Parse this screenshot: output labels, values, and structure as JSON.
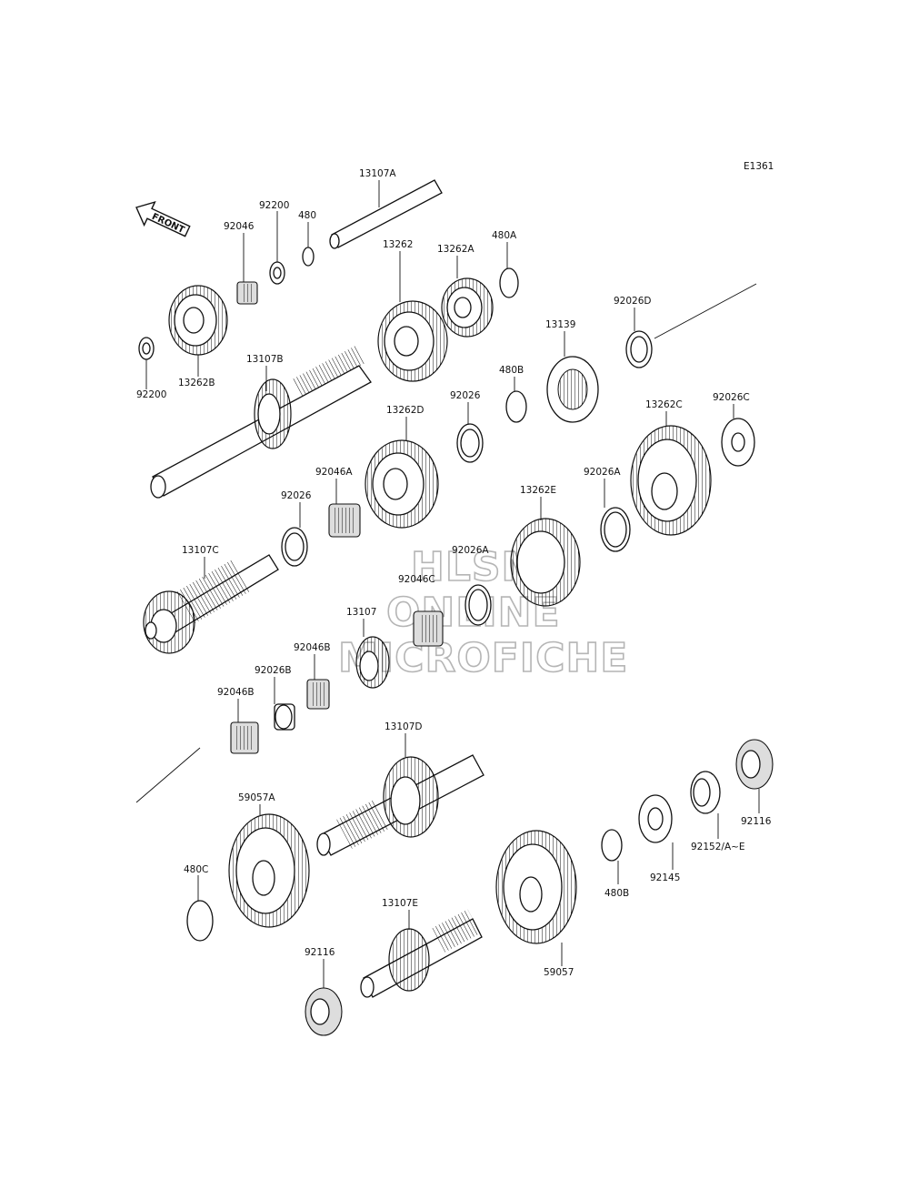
{
  "diagram": {
    "code": "E1361",
    "front_label": "FRONT",
    "watermark": [
      "HLSM",
      "ONLINE",
      "MICROFICHE"
    ],
    "labels": [
      {
        "id": "13107A",
        "text": "13107A"
      },
      {
        "id": "480",
        "text": "480"
      },
      {
        "id": "92200a",
        "text": "92200"
      },
      {
        "id": "92046",
        "text": "92046"
      },
      {
        "id": "92200b",
        "text": "92200"
      },
      {
        "id": "13262B",
        "text": "13262B"
      },
      {
        "id": "13107B",
        "text": "13107B"
      },
      {
        "id": "13262",
        "text": "13262"
      },
      {
        "id": "13262A",
        "text": "13262A"
      },
      {
        "id": "480A",
        "text": "480A"
      },
      {
        "id": "92026D",
        "text": "92026D"
      },
      {
        "id": "13139",
        "text": "13139"
      },
      {
        "id": "480B",
        "text": "480B"
      },
      {
        "id": "92026",
        "text": "92026"
      },
      {
        "id": "13262D",
        "text": "13262D"
      },
      {
        "id": "13262C",
        "text": "13262C"
      },
      {
        "id": "92026C",
        "text": "92026C"
      },
      {
        "id": "92046A",
        "text": "92046A"
      },
      {
        "id": "92026b",
        "text": "92026"
      },
      {
        "id": "92026A",
        "text": "92026A"
      },
      {
        "id": "13262E",
        "text": "13262E"
      },
      {
        "id": "13107C",
        "text": "13107C"
      },
      {
        "id": "92026A2",
        "text": "92026A"
      },
      {
        "id": "92046C",
        "text": "92046C"
      },
      {
        "id": "13107",
        "text": "13107"
      },
      {
        "id": "92046B",
        "text": "92046B"
      },
      {
        "id": "92026B",
        "text": "92026B"
      },
      {
        "id": "92046B2",
        "text": "92046B"
      },
      {
        "id": "13107D",
        "text": "13107D"
      },
      {
        "id": "59057A",
        "text": "59057A"
      },
      {
        "id": "92116",
        "text": "92116"
      },
      {
        "id": "92152",
        "text": "92152/A~E"
      },
      {
        "id": "92145",
        "text": "92145"
      },
      {
        "id": "480B2",
        "text": "480B"
      },
      {
        "id": "480C",
        "text": "480C"
      },
      {
        "id": "13107E",
        "text": "13107E"
      },
      {
        "id": "59057",
        "text": "59057"
      },
      {
        "id": "92116b",
        "text": "92116"
      }
    ]
  }
}
